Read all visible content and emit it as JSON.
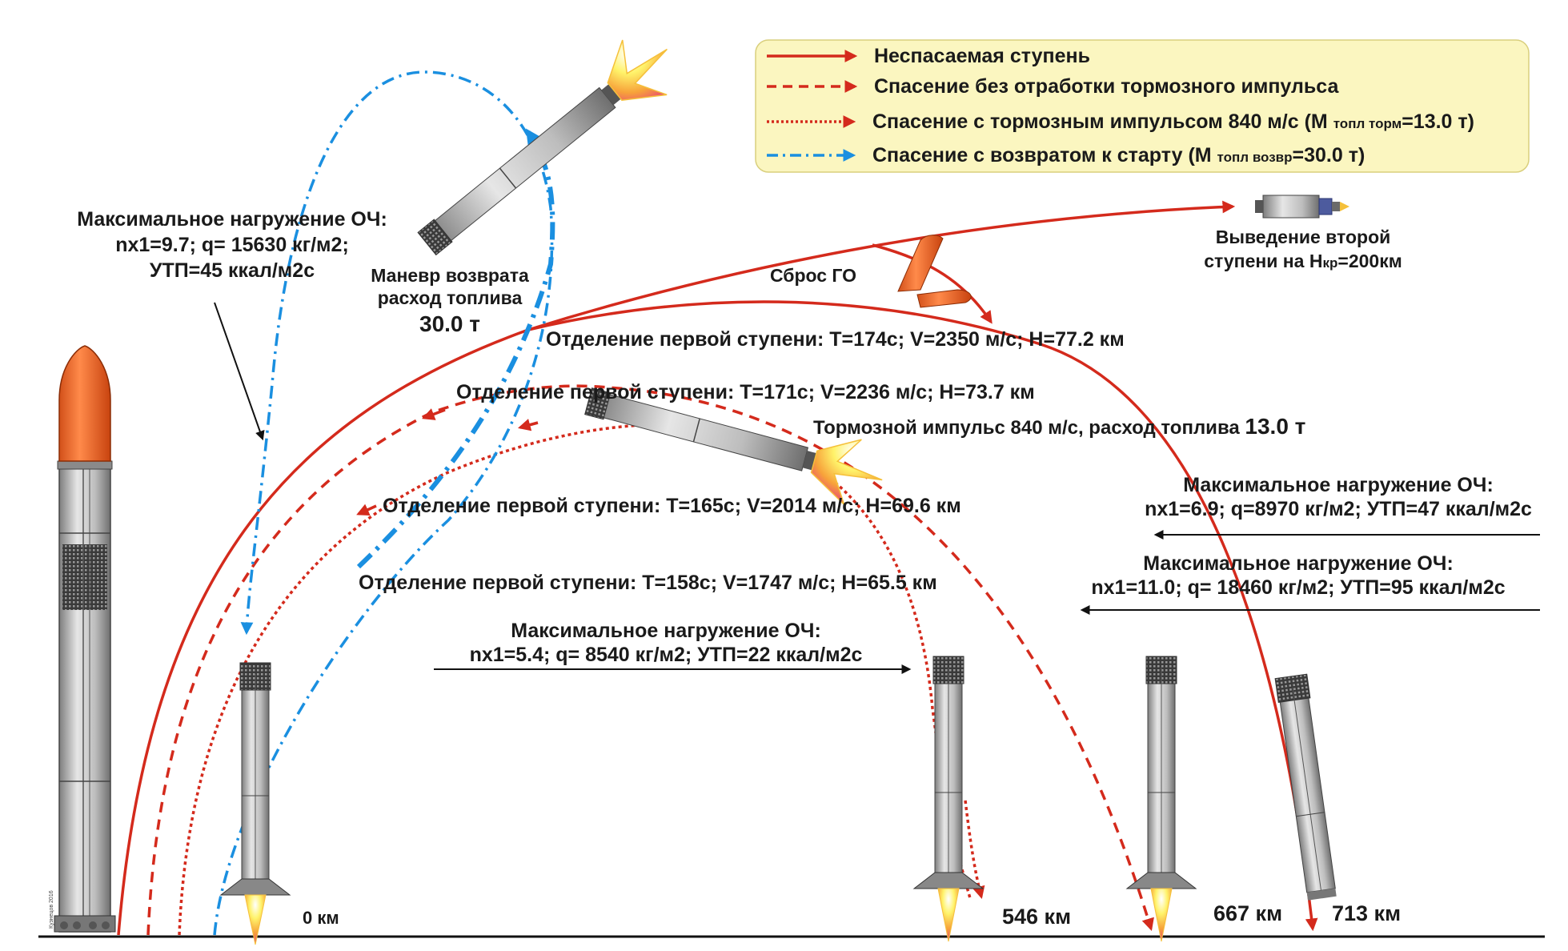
{
  "legend": {
    "solid": "Неспасаемая ступень",
    "dashed": "Спасение без отработки  тормозного импульса",
    "dotted_pre": "Спасение с тормозным импульсом 840 м/с (М ",
    "dotted_sub": "топл торм",
    "dotted_post": "=13.0 т)",
    "dashdot_pre": "Спасение с возвратом к старту (М ",
    "dashdot_sub": "топл возвр",
    "dashdot_post": "=30.0 т)"
  },
  "colors": {
    "red": "#d42a1c",
    "blue": "#1a8fe0",
    "legend_bg": "#fbf6c0",
    "legend_border": "#d9cf7d",
    "fairing": "#f06a2a",
    "body": "#bcbcbc",
    "ground": "#111111"
  },
  "annotations": {
    "maxload_rtls": [
      "Максимальное нагружение ОЧ:",
      "nx1=9.7; q= 15630 кг/м2;",
      "УТП=45 ккал/м2с"
    ],
    "maneuver_line1": "Маневр возврата",
    "maneuver_line2": "расход топлива",
    "maneuver_value": "30.0 т",
    "fairing_drop": "Сброс ГО",
    "second_stage_line1": "Выведение  второй",
    "second_stage_pre": "ступени на Н",
    "second_stage_sub": "кр",
    "second_stage_post": "=200км",
    "sep_174": "Отделение первой ступени: Т=174с;   V=2350 м/с; Н=77.2 км",
    "sep_171": "Отделение первой ступени: Т=171с;   V=2236 м/с; Н=73.7 км",
    "brake_text": "Тормозной импульс 840 м/с,  расход топлива ",
    "brake_value": "13.0 т",
    "sep_165": "Отделение первой ступени: Т=165с;   V=2014 м/с; Н=69.6 км",
    "sep_158": "Отделение первой ступени: Т=158с;   V=1747 м/с; Н=65.5 км",
    "maxload_brake": [
      "Максимальное нагружение ОЧ:",
      "nx1=5.4; q= 8540 кг/м2; УТП=22 ккал/м2с"
    ],
    "maxload_nobrake": [
      "Максимальное нагружение ОЧ:",
      "nx1=6.9; q=8970 кг/м2; УТП=47 ккал/м2с"
    ],
    "maxload_expend": [
      "Максимальное нагружение ОЧ:",
      "nx1=11.0; q= 18460 кг/м2; УТП=95 ккал/м2с"
    ],
    "credit": "Кузнецов 2016"
  },
  "distances": {
    "d0": "0 км",
    "d546": "546 км",
    "d667": "667 км",
    "d713": "713 км"
  }
}
